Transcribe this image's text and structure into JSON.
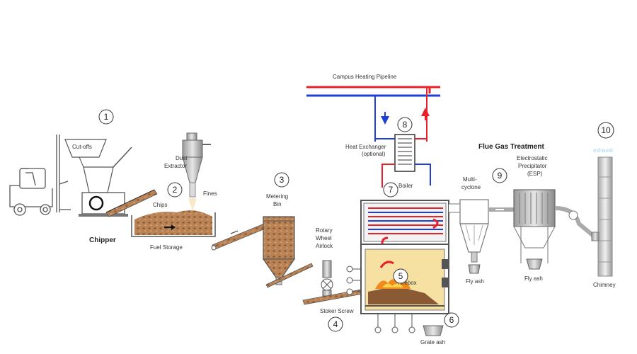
{
  "labels": {
    "campus_pipeline": "Campus Heating Pipeline",
    "cut_offs": "Cut-offs",
    "dust_extractor_1": "Dust",
    "dust_extractor_2": "Extractor",
    "fines": "Fines",
    "chips": "Chips",
    "chipper": "Chipper",
    "fuel_storage": "Fuel Storage",
    "metering_bin_1": "Metering",
    "metering_bin_2": "Bin",
    "rotary_1": "Rotary",
    "rotary_2": "Wheel",
    "rotary_3": "Airlock",
    "stoker_screw": "Stoker Screw",
    "heat_exchanger_1": "Heat Exchanger",
    "heat_exchanger_2": "(optional)",
    "boiler": "Boiler",
    "firebox": "Firebox",
    "grate_ash": "Grate ash",
    "multicyclone_1": "Multi-",
    "multicyclone_2": "cyclone",
    "fly_ash_cyclone": "Fly ash",
    "flue_gas_treatment": "Flue Gas Treatment",
    "esp_1": "Electrostatic",
    "esp_2": "Precipitator",
    "esp_3": "(ESP)",
    "fly_ash_esp": "Fly ash",
    "exhaust": "exhaust",
    "chimney": "Chimney"
  },
  "step_numbers": {
    "n1": "1",
    "n2": "2",
    "n3": "3",
    "n4": "4",
    "n5": "5",
    "n6": "6",
    "n7": "7",
    "n8": "8",
    "n9": "9",
    "n10": "10"
  },
  "colors": {
    "hot_line": "#e8202a",
    "cold_line": "#1f3fd6",
    "wood_chips": "#b07a4a",
    "fire": "#f08a1c",
    "exhaust_text": "#9fd4f0"
  }
}
